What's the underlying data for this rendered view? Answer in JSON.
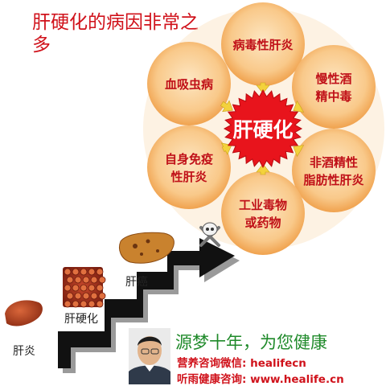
{
  "title": "肝硬化的病因非常之多",
  "center": "肝硬化",
  "causes": [
    {
      "line1": "病毒性肝炎",
      "line2": ""
    },
    {
      "line1": "慢性酒",
      "line2": "精中毒"
    },
    {
      "line1": "非酒精性",
      "line2": "脂肪性肝炎"
    },
    {
      "line1": "工业毒物",
      "line2": "或药物"
    },
    {
      "line1": "自身免疫",
      "line2": "性肝炎"
    },
    {
      "line1": "血吸虫病",
      "line2": ""
    }
  ],
  "stages": {
    "hepatitis": "肝炎",
    "cirrhosis": "肝硬化",
    "cancer": "肝癌"
  },
  "colors": {
    "title": "#d0121b",
    "center_fill": "#e8141c",
    "petal_fill": "#f7b870",
    "petal_center": "#fde6c2",
    "petal_text": "#c01018",
    "arrow": "#f3d23c",
    "slogan": "#1f8a2a",
    "contact": "#d0121b"
  },
  "slogan": "源梦十年，为您健康",
  "contact": {
    "wechat": "营养咨询微信: healifecn",
    "site": "听雨健康咨询: www.healife.cn"
  },
  "icons": [
    "skull-icon",
    "liver-icon",
    "doctor-portrait"
  ]
}
